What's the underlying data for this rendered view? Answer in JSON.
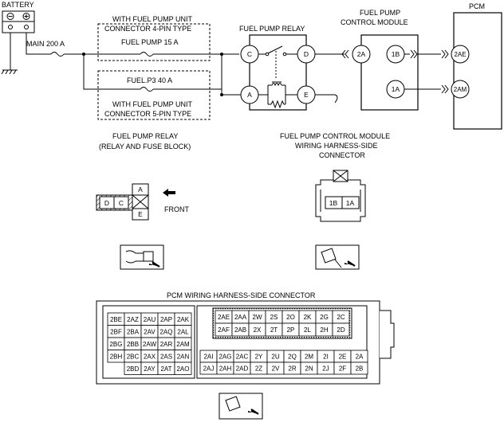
{
  "labels": {
    "battery": "BATTERY",
    "main_fuse": "MAIN 200 A",
    "with_4pin_l1": "WITH FUEL PUMP UNIT",
    "with_4pin_l2": "CONNECTOR 4-PIN TYPE",
    "fuel_pump_fuse": "FUEL PUMP 15 A",
    "fuel_p3_fuse": "FUEL.P3 40 A",
    "with_5pin_l1": "WITH FUEL PUMP UNIT",
    "with_5pin_l2": "CONNECTOR 5-PIN TYPE",
    "fuel_pump_relay": "FUEL PUMP RELAY",
    "fpcm_l1": "FUEL PUMP",
    "fpcm_l2": "CONTROL MODULE",
    "pcm": "PCM",
    "relay_view_l1": "FUEL PUMP RELAY",
    "relay_view_l2": "(RELAY AND FUSE BLOCK)",
    "fpcm_conn_l1": "FUEL PUMP CONTROL MODULE",
    "fpcm_conn_l2": "WIRING HARNESS-SIDE",
    "fpcm_conn_l3": "CONNECTOR",
    "front": "FRONT",
    "pcm_conn_title": "PCM WIRING HARNESS-SIDE CONNECTOR"
  },
  "terminals": {
    "battery_minus": "⊖",
    "battery_plus": "⊕",
    "relay_c": "C",
    "relay_d": "D",
    "relay_a": "A",
    "relay_e": "E",
    "fpcm_2a": "2A",
    "fpcm_1b": "1B",
    "fpcm_1a": "1A",
    "pcm_2ae": "2AE",
    "pcm_2am": "2AM"
  },
  "relay_connector": {
    "a": "A",
    "e": "E",
    "d": "D",
    "c": "C"
  },
  "fpcm_connector": {
    "pin_1b": "1B",
    "pin_1a": "1A"
  },
  "pcm_connector": {
    "left_block": [
      [
        "2BE",
        "2AZ",
        "2AU",
        "2AP",
        "2AK"
      ],
      [
        "2BF",
        "2BA",
        "2AV",
        "2AQ",
        "2AL"
      ],
      [
        "2BG",
        "2BB",
        "2AW",
        "2AR",
        "2AM"
      ],
      [
        "2BH",
        "2BC",
        "2AX",
        "2AS",
        "2AN"
      ],
      [
        "",
        "2BD",
        "2AY",
        "2AT",
        "2AO"
      ]
    ],
    "right_top": [
      [
        "2AE",
        "2AA",
        "2W",
        "2S",
        "2O",
        "2K",
        "2G",
        "2C"
      ],
      [
        "2AF",
        "2AB",
        "2X",
        "2T",
        "2P",
        "2L",
        "2H",
        "2D"
      ]
    ],
    "right_bottom": [
      [
        "2AI",
        "2AG",
        "2AC",
        "2Y",
        "2U",
        "2Q",
        "2M",
        "2I",
        "2E",
        "2A"
      ],
      [
        "2AJ",
        "2AH",
        "2AD",
        "2Z",
        "2V",
        "2R",
        "2N",
        "2J",
        "2F",
        "2B"
      ]
    ]
  }
}
